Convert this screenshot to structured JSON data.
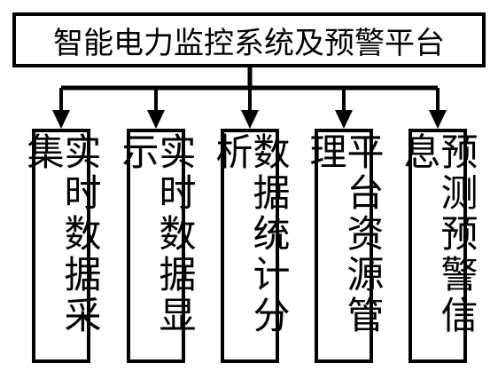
{
  "diagram": {
    "root": {
      "label": "智能电力监控系统及预警平台"
    },
    "children": [
      {
        "label": "实时数据采集"
      },
      {
        "label": "实时数据显示"
      },
      {
        "label": "数据统计分析"
      },
      {
        "label": "平台资源管理"
      },
      {
        "label": "预测预警信息"
      }
    ],
    "colors": {
      "line": "#000000",
      "box_border": "#000000",
      "background": "#ffffff"
    }
  }
}
